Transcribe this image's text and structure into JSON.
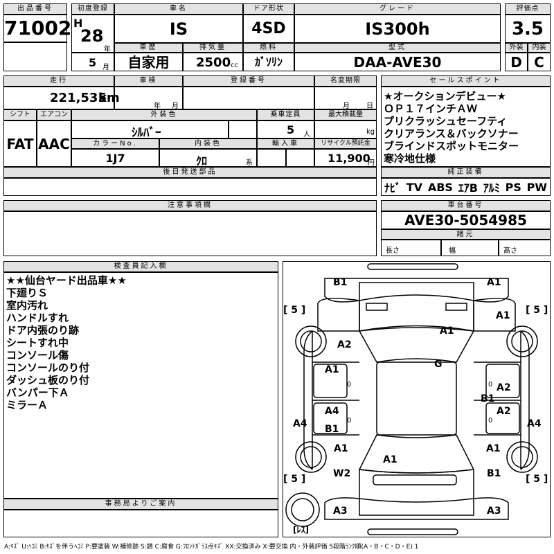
{
  "header": {
    "lot_label": "出品番号",
    "lot_value": "71002",
    "reg_label": "初度登録",
    "era": "H",
    "year": "28",
    "year_unit": "年",
    "month": "5",
    "month_unit": "月",
    "car_name_label": "車名",
    "car_name": "IS",
    "history_label": "車歴",
    "history_value": "自家用",
    "displacement_label": "排気量",
    "displacement_value": "2500",
    "displacement_unit": "cc",
    "door_label": "ドア形状",
    "door_value": "4SD",
    "fuel_label": "燃料",
    "fuel_value": "ｶﾞｿﾘﾝ",
    "grade_label": "グレード",
    "grade_value": "IS300h",
    "model_label": "型式",
    "model_value": "DAA-AVE30",
    "score_label": "評価点",
    "score_value": "3.5",
    "ext_label": "外装",
    "ext_value": "D",
    "int_label": "内装",
    "int_value": "C"
  },
  "row2": {
    "mileage_label": "走行",
    "mileage_value": "221,535",
    "mileage_unit": "km",
    "inspection_label": "車検",
    "insp_year": "年",
    "insp_month": "月",
    "regno_label": "登録番号",
    "name_change_label": "名変期限",
    "nc_month": "月",
    "nc_day": "日",
    "shift_label": "シフト",
    "shift_value": "FAT",
    "ac_label": "エアコン",
    "ac_value": "AAC",
    "exterior_color_label": "外装色",
    "exterior_color_value": "ｼﾙﾊﾞｰ",
    "capacity_label": "乗車定員",
    "capacity_value": "5",
    "capacity_unit": "人",
    "load_label": "最大積載量",
    "load_unit": "kg",
    "colorno_label": "カラーNo.",
    "colorno_value": "1J7",
    "interior_color_label": "内装色",
    "interior_color_value": "ｸﾛ",
    "interior_color_unit": "系",
    "import_label": "輸入車",
    "recycle_label": "リサイクル預託金",
    "recycle_value": "11,900",
    "recycle_unit": "円",
    "later_parts_label": "後日発送部品"
  },
  "sales_points": {
    "label": "セールスポイント",
    "lines": [
      "★オークションデビュー★",
      "ＯＰ１７インチＡＷ",
      "プリクラッシュセーフティ",
      "クリアランス＆バックソナー",
      "ブラインドスポットモニター",
      "寒冷地仕様"
    ]
  },
  "equipment": {
    "label": "純正装備",
    "items": [
      "ﾅﾋﾞ",
      "TV",
      "ABS",
      "ｴｱB",
      "ｱﾙﾐ",
      "PS",
      "PW"
    ]
  },
  "notes": {
    "label": "注意事項欄"
  },
  "chassis": {
    "label": "車台番号",
    "value": "AVE30-5054985",
    "spec_label": "諸元",
    "length_label": "長さ",
    "width_label": "幅",
    "height_label": "高さ"
  },
  "inspector": {
    "label": "検査員記入欄",
    "lines": [
      "★★仙台ヤード出品車★★",
      "下廻りＳ",
      "室内汚れ",
      "ハンドルすれ",
      "ドア内張のり跡",
      "シートすれ中",
      "コンソール傷",
      "コンソールのり付",
      "ダッシュ板のり付",
      "バンパー下Ａ",
      "ミラーＡ"
    ]
  },
  "office": {
    "label": "事務局よりご案内"
  },
  "diagram": {
    "labels": [
      "B1",
      "A1",
      "A1",
      "A2",
      "A1",
      "G",
      "A1",
      "A2",
      "B1",
      "A2",
      "A4",
      "A4",
      "B1",
      "A4",
      "A1",
      "A1",
      "A1",
      "W2",
      "B1",
      "A3",
      "A3"
    ],
    "tire_left_top": "[ 5 ]",
    "tire_right_top": "[ 5 ]",
    "tire_left_bottom": "[ 5 ]",
    "tire_right_bottom": "[ 5 ]",
    "spare": "[ﾚｽ]",
    "zero": "0"
  },
  "legend": "A:ｷｽﾞ U:ﾍｺﾐ B:ｷｽﾞを伴うﾍｺﾐ P:要塗装 W:補修跡 S:錆 C:腐食 G:ﾌﾛﾝﾄｶﾞﾗｽ点ｷｽﾞ XX:交換済み X:要交換 内・外装評価 5段階ﾗﾝｸ順(A・B・C・D・E) 1"
}
